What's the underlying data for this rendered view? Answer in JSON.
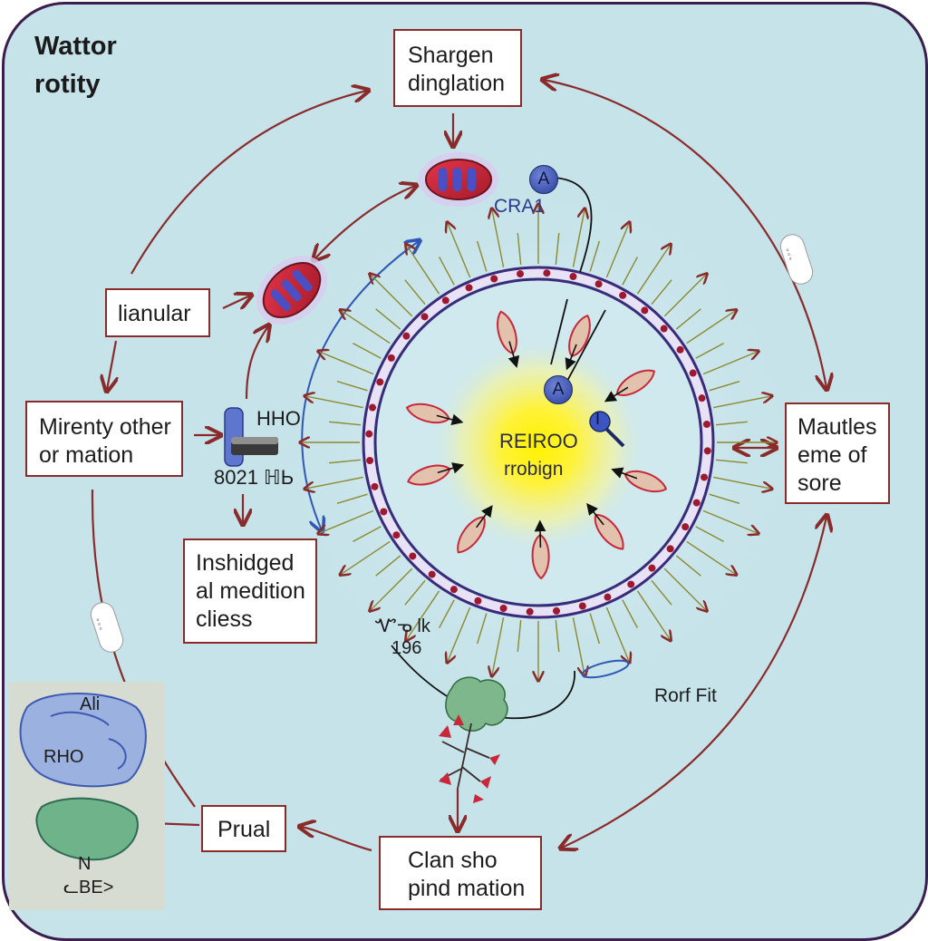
{
  "title": {
    "line1": "Wattor",
    "line2": "rotity"
  },
  "boxes": {
    "top": {
      "line1": "Shargen",
      "line2": "dinglation"
    },
    "left_upper": {
      "line1": "lianular"
    },
    "left_middle": {
      "line1": "Mirenty other",
      "line2": "or mation"
    },
    "left_lower": {
      "line1": "Inshidged",
      "line2": "al medition",
      "line3": "cliess"
    },
    "right": {
      "line1": "Mautles",
      "line2": "eme of",
      "line3": "sore"
    },
    "bottom_center": {
      "line1": "Clan sho",
      "line2": "pind mation"
    },
    "bottom_left": {
      "line1": "Prual"
    }
  },
  "labels": {
    "cra": "CRA1",
    "a_top": "A",
    "a_inner": "A",
    "i_marker": "I",
    "center_line1": "REIROO",
    "center_line2": "rrobign",
    "hho": "HHO",
    "code": "8021 ℍЬ",
    "squiggle_line1": "Ꮙᓀ lk",
    "squiggle_line2": "196",
    "roof_fit": "Rorf Fit",
    "panel_ali": "Ali",
    "panel_rho": "RHO",
    "panel_n": "N",
    "panel_be": "ᓚBE>",
    "tag_right": "▫ ▫ ▫",
    "tag_left": "▫ ▫ ▫"
  },
  "colors": {
    "background": "#c6e3ea",
    "arrow": "#8a2b2b",
    "center_glow": "#fff200",
    "membrane": "#3b2a7a",
    "mito": "#c8283a"
  }
}
